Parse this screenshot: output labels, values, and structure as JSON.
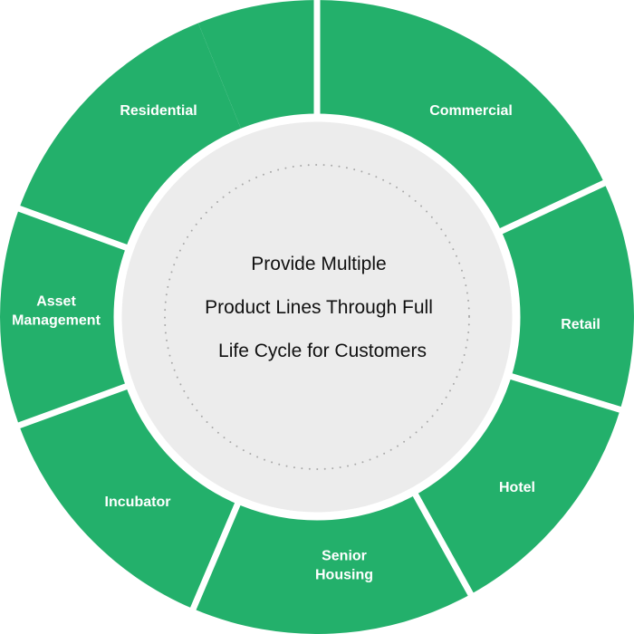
{
  "diagram": {
    "segments": [
      {
        "id": "residential",
        "lines": [
          "Residential"
        ]
      },
      {
        "id": "commercial",
        "lines": [
          "Commercial"
        ]
      },
      {
        "id": "retail",
        "lines": [
          "Retail"
        ]
      },
      {
        "id": "hotel",
        "lines": [
          "Hotel"
        ]
      },
      {
        "id": "senior-housing",
        "lines": [
          "Senior",
          "Housing"
        ]
      },
      {
        "id": "incubator",
        "lines": [
          "Incubator"
        ]
      },
      {
        "id": "asset-management",
        "lines": [
          "Asset",
          "Management"
        ]
      }
    ],
    "center": {
      "line1": "Provide Multiple",
      "line2": "Product Lines Through Full",
      "line3": "Life Cycle for Customers"
    },
    "colors": {
      "segment": "#23b06b",
      "separator": "#ffffff",
      "center_fill": "#ececec",
      "dotted_ring": "#a8a8a8",
      "label": "#ffffff",
      "center_text": "#111111"
    }
  }
}
